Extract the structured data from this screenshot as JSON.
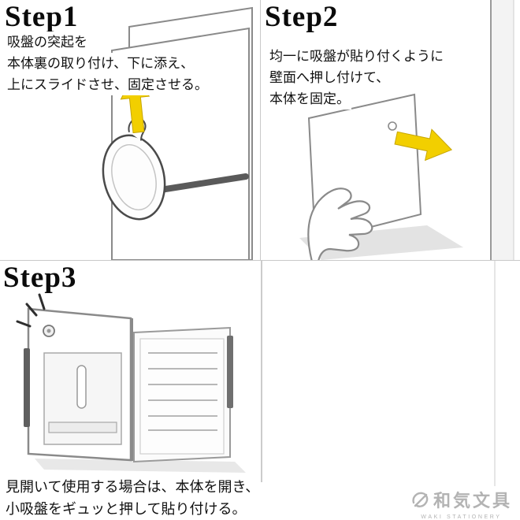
{
  "steps": [
    {
      "title": "Step1",
      "lines": [
        "吸盤の突起を",
        "本体裏の取り付け、下に添え、",
        "上にスライドさせ、固定させる。"
      ]
    },
    {
      "title": "Step2",
      "lines": [
        "均一に吸盤が貼り付くように",
        "壁面へ押し付けて、",
        "本体を固定。"
      ]
    },
    {
      "title": "Step3",
      "lines": [
        "見開いて使用する場合は、本体を開き、",
        "小吸盤をギュッと押して貼り付ける。"
      ]
    }
  ],
  "watermark": {
    "brand": "和気文具",
    "subtitle": "WAKI STATIONERY"
  },
  "colors": {
    "arrow": "#f2cf00",
    "outline": "#8a8a8a",
    "divider": "#c9c9c9",
    "watermark": "#b3b3b3"
  }
}
